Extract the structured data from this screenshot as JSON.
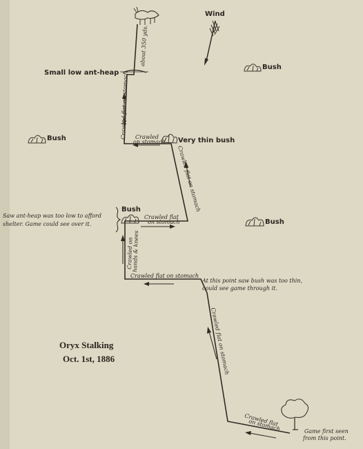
{
  "wind": "Wind",
  "title": {
    "line1": "Oryx Stalking",
    "line2": "Oct. 1st, 1886"
  },
  "places": {
    "small_ant_heap": "Small low ant-heap",
    "very_thin_bush": "Very thin bush",
    "bush_left": "Bush",
    "bush_upper_right": "Bush",
    "bush_middle": "Bush",
    "bush_right": "Bush"
  },
  "route": {
    "about_yds": "about 350 yds.",
    "crawled_flat_on_stomach_top": "Crawled flat on stomach",
    "crawled_on_stomach_a": "Crawled",
    "crawled_on_stomach_b": "on stomach",
    "crawled_flat_diag": "Crawled flat on stomach",
    "crawled_flat_mid_a": "Crawled flat",
    "crawled_flat_mid_b": "on stomach",
    "crawled_hands_a": "Crawled on",
    "crawled_hands_b": "hands & knees",
    "crawled_flat_horiz": "Crawled flat on stomach",
    "crawled_flat_long": "Crawled flat on stomach",
    "crawled_flat_bottom_a": "Crawled flat",
    "crawled_flat_bottom_b": "on stomach"
  },
  "notes": {
    "ant_heap_note_1": "Saw ant-heap was too low to afford",
    "ant_heap_note_2": "shelter. Game could see over it.",
    "thin_bush_note_1": "At this point saw bush was too thin,",
    "thin_bush_note_2": "could see game through it.",
    "first_seen_1": "Game first seen",
    "first_seen_2": "from this point."
  }
}
